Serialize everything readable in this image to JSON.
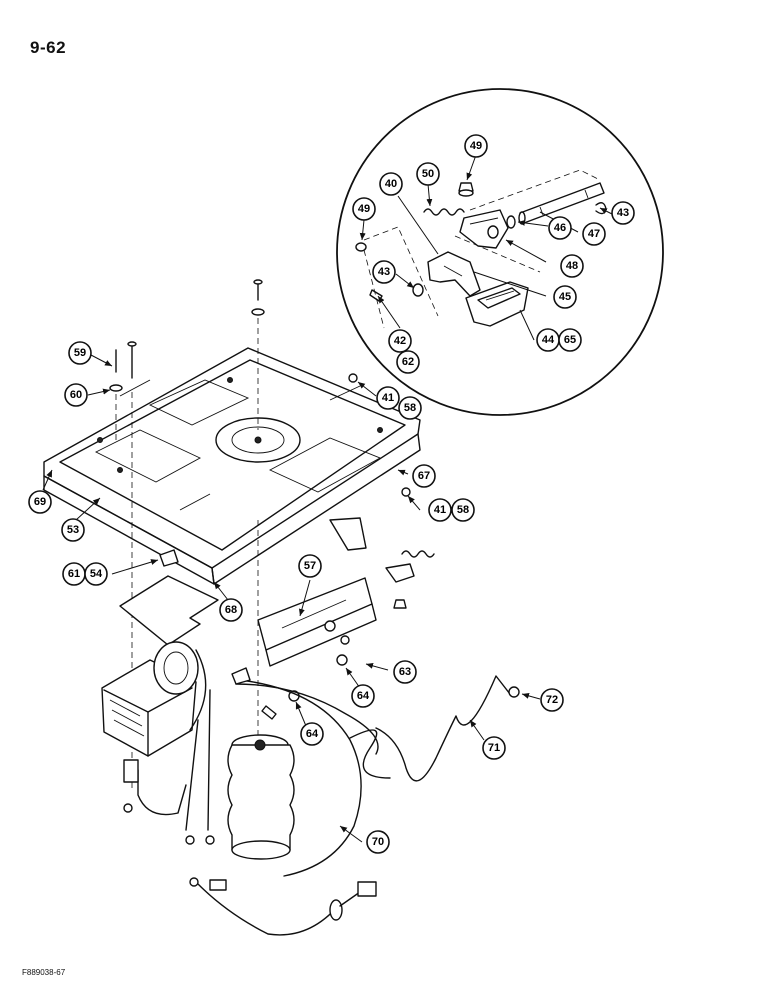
{
  "page": {
    "number": "9-62",
    "figure_code": "F889038-67"
  },
  "callouts": [
    "40",
    "41",
    "41",
    "42",
    "43",
    "43",
    "44",
    "45",
    "46",
    "47",
    "48",
    "49",
    "49",
    "50",
    "53",
    "54",
    "57",
    "58",
    "58",
    "59",
    "60",
    "61",
    "62",
    "63",
    "64",
    "64",
    "65",
    "67",
    "68",
    "69",
    "70",
    "71",
    "72"
  ]
}
